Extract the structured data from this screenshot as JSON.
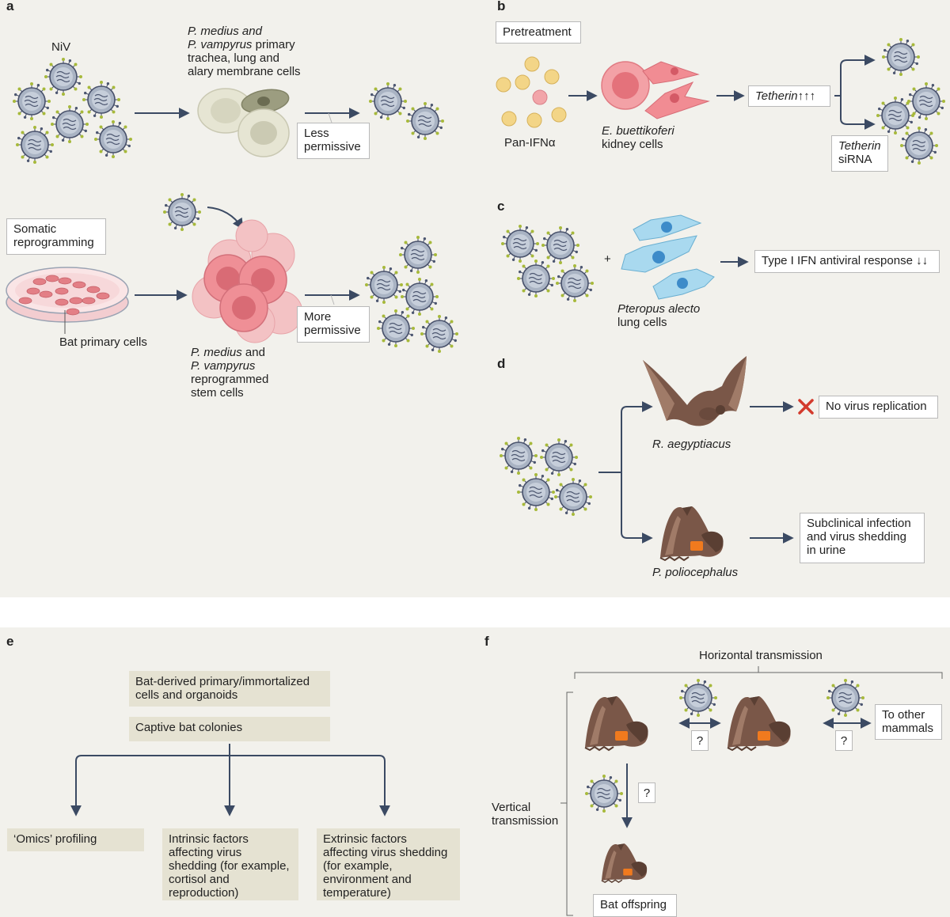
{
  "panels": {
    "a": "a",
    "b": "b",
    "c": "c",
    "d": "d",
    "e": "e",
    "f": "f"
  },
  "a": {
    "niv_label": "NiV",
    "primary_cells_species": "P. medius and\nP. vampyrus",
    "primary_cells_rest": " primary\ntrachea, lung and\nalary membrane cells",
    "less_permissive": "Less\npermissive",
    "somatic_reprogramming": "Somatic\nreprogramming",
    "bat_primary_cells": "Bat primary cells",
    "more_permissive": "More\npermissive",
    "stem_species1": "P. medius",
    "stem_and": " and",
    "stem_species2": "P. vampyrus",
    "stem_rest": "reprogrammed\nstem cells"
  },
  "b": {
    "pretreatment": "Pretreatment",
    "pan_ifn": "Pan-IFNα",
    "cells_species": "E. buettikoferi",
    "cells_rest": "kidney cells",
    "tetherin_up_name": "Tetherin",
    "tetherin_up_arrows": "↑↑↑",
    "tetherin_sirna_name": "Tetherin",
    "tetherin_sirna_rest": "siRNA"
  },
  "c": {
    "plus": "+",
    "response": "Type I IFN antiviral response ↓↓",
    "cells_species": "Pteropus alecto",
    "cells_rest": "lung cells"
  },
  "d": {
    "species1": "R. aegyptiacus",
    "no_replication": "No virus replication",
    "species2": "P. poliocephalus",
    "subclinical": "Subclinical infection\nand virus shedding\nin urine"
  },
  "e": {
    "box1": "Bat-derived primary/immortalized\ncells and organoids",
    "box2": "Captive bat colonies",
    "omics": "‘Omics’ profiling",
    "intrinsic": "Intrinsic factors\naffecting virus\nshedding (for example,\ncortisol and\nreproduction)",
    "extrinsic": "Extrinsic factors\naffecting virus shedding\n(for example,\nenvironment and\ntemperature)"
  },
  "f": {
    "horizontal": "Horizontal transmission",
    "vertical": "Vertical\ntransmission",
    "to_other": "To other\nmammals",
    "q": "?",
    "offspring": "Bat offspring"
  },
  "colors": {
    "panel_bg": "#f2f1ec",
    "arrow": "#3b4a63",
    "virus": "#a9b3c3",
    "spike_green": "#a7b93b",
    "cell_red": "#e8868a",
    "cell_blue": "#8fcbe8",
    "bat_brown": "#7a5748",
    "band_orange": "#f07a1e",
    "cross_red": "#d33a2c",
    "tan_box": "#e5e2d2"
  }
}
